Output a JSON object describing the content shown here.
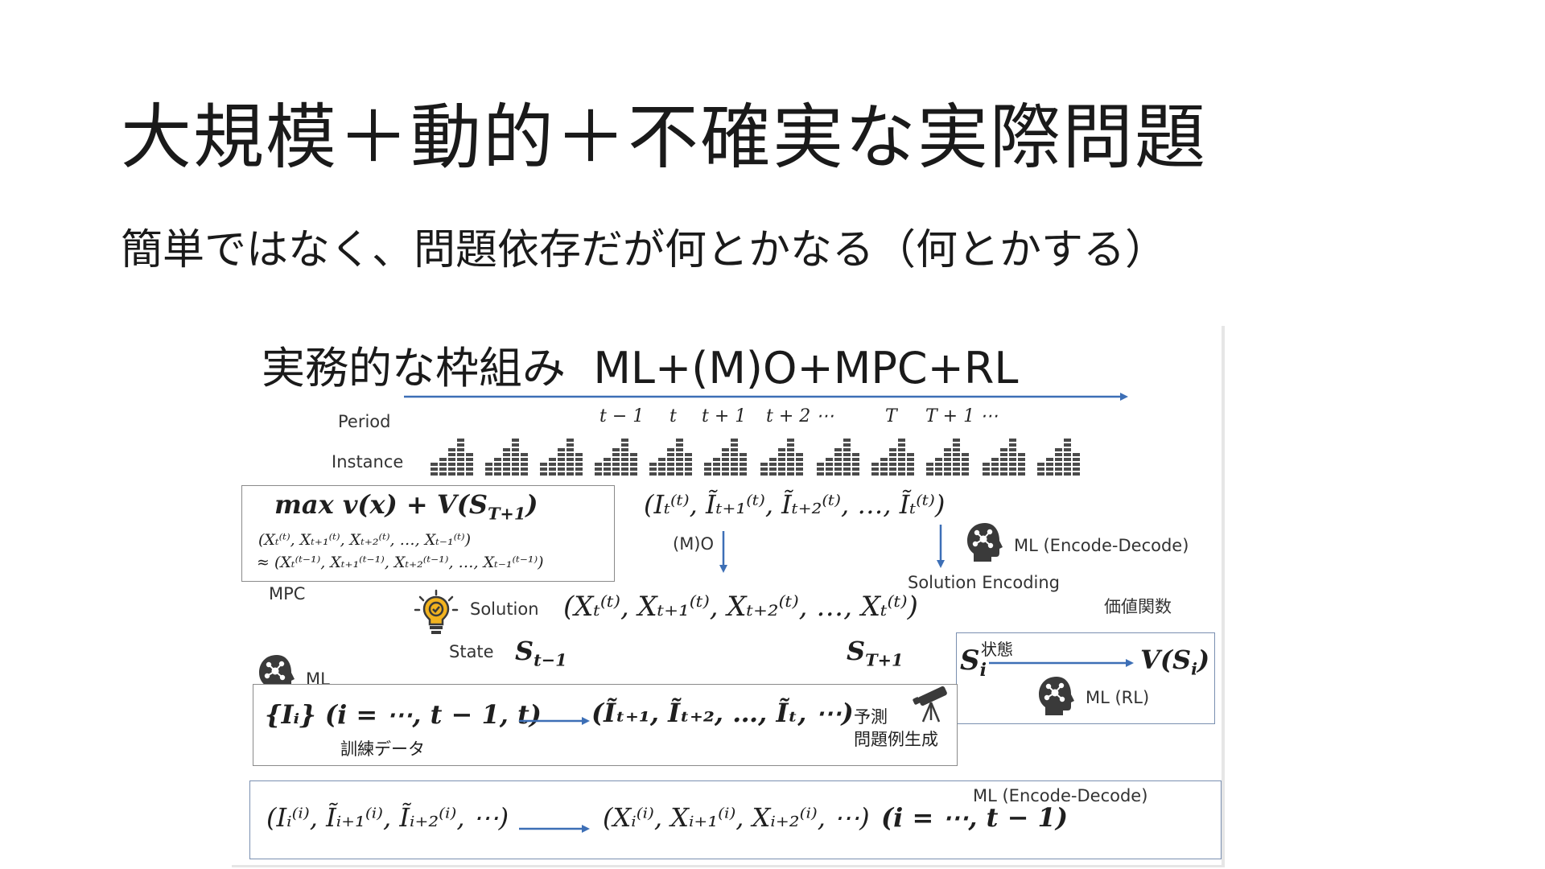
{
  "slide": {
    "title": "大規模＋動的＋不確実な実際問題",
    "subtitle": "簡単ではなく、問題依存だが何とかなる（何とかする）"
  },
  "diagram": {
    "heading": "実務的な枠組み  ML+(M)O+MPC+RL",
    "period_label": "Period",
    "instance_label": "Instance",
    "period_ticks": [
      "t − 1",
      "t",
      "t + 1",
      "t + 2 ⋯",
      "T",
      "T + 1 ⋯"
    ],
    "objective": "max v(x) + V(S",
    "objective_sub": "T+1",
    "objective_close": ")",
    "approx_line1": "(Xₜ⁽ᵗ⁾, Xₜ₊₁⁽ᵗ⁾, Xₜ₊₂⁽ᵗ⁾, …, Xₜ₋₁⁽ᵗ⁾)",
    "approx_line2": "≈ (Xₜ⁽ᵗ⁻¹⁾, Xₜ₊₁⁽ᵗ⁻¹⁾, Xₜ₊₂⁽ᵗ⁻¹⁾, …, Xₜ₋₁⁽ᵗ⁻¹⁾)",
    "mpc_label": "MPC",
    "instance_seq": "(Iₜ⁽ᵗ⁾, Ĩₜ₊₁⁽ᵗ⁾, Ĩₜ₊₂⁽ᵗ⁾, …, Ĩₜ⁽ᵗ⁾)",
    "mo_label": "(M)O",
    "ml_encode_decode": "ML (Encode-Decode)",
    "solution_encoding": "Solution Encoding",
    "solution_label": "Solution",
    "solution_seq": "(Xₜ⁽ᵗ⁾, Xₜ₊₁⁽ᵗ⁾, Xₜ₊₂⁽ᵗ⁾, …, Xₜ⁽ᵗ⁾)",
    "value_function": "価値関数",
    "state_label": "State",
    "state_prev": "S",
    "state_prev_sub": "t−1",
    "state_next": "S",
    "state_next_sub": "T+1",
    "rl_state": "状態",
    "rl_si": "S",
    "rl_si_sub": "i",
    "rl_vsi": "V(S",
    "rl_vsi_close": ")",
    "ml_rl": "ML (RL)",
    "ml_label": "ML",
    "train_set": "{Iᵢ} (i = ⋯, t − 1, t)",
    "train_label": "訓練データ",
    "forecast_seq": "(Ĩₜ₊₁, Ĩₜ₊₂, …, Ĩₜ, ⋯)",
    "forecast_label": "予測",
    "instance_gen_label": "問題例生成",
    "bottom_ml": "ML (Encode-Decode)",
    "bottom_left": "(Iᵢ⁽ⁱ⁾, Ĩᵢ₊₁⁽ⁱ⁾, Ĩᵢ₊₂⁽ⁱ⁾, ⋯)",
    "bottom_right": "(Xᵢ⁽ⁱ⁾, Xᵢ₊₁⁽ⁱ⁾, Xᵢ₊₂⁽ⁱ⁾, ⋯)",
    "bottom_range": "(i = ⋯, t − 1)"
  },
  "colors": {
    "arrow": "#3d6fb6",
    "icon": "#3a3a3a",
    "bulb": "#f2b31f"
  },
  "icons": [
    "bar-stack-icon",
    "brain-head-icon",
    "lightbulb-icon",
    "telescope-icon"
  ]
}
